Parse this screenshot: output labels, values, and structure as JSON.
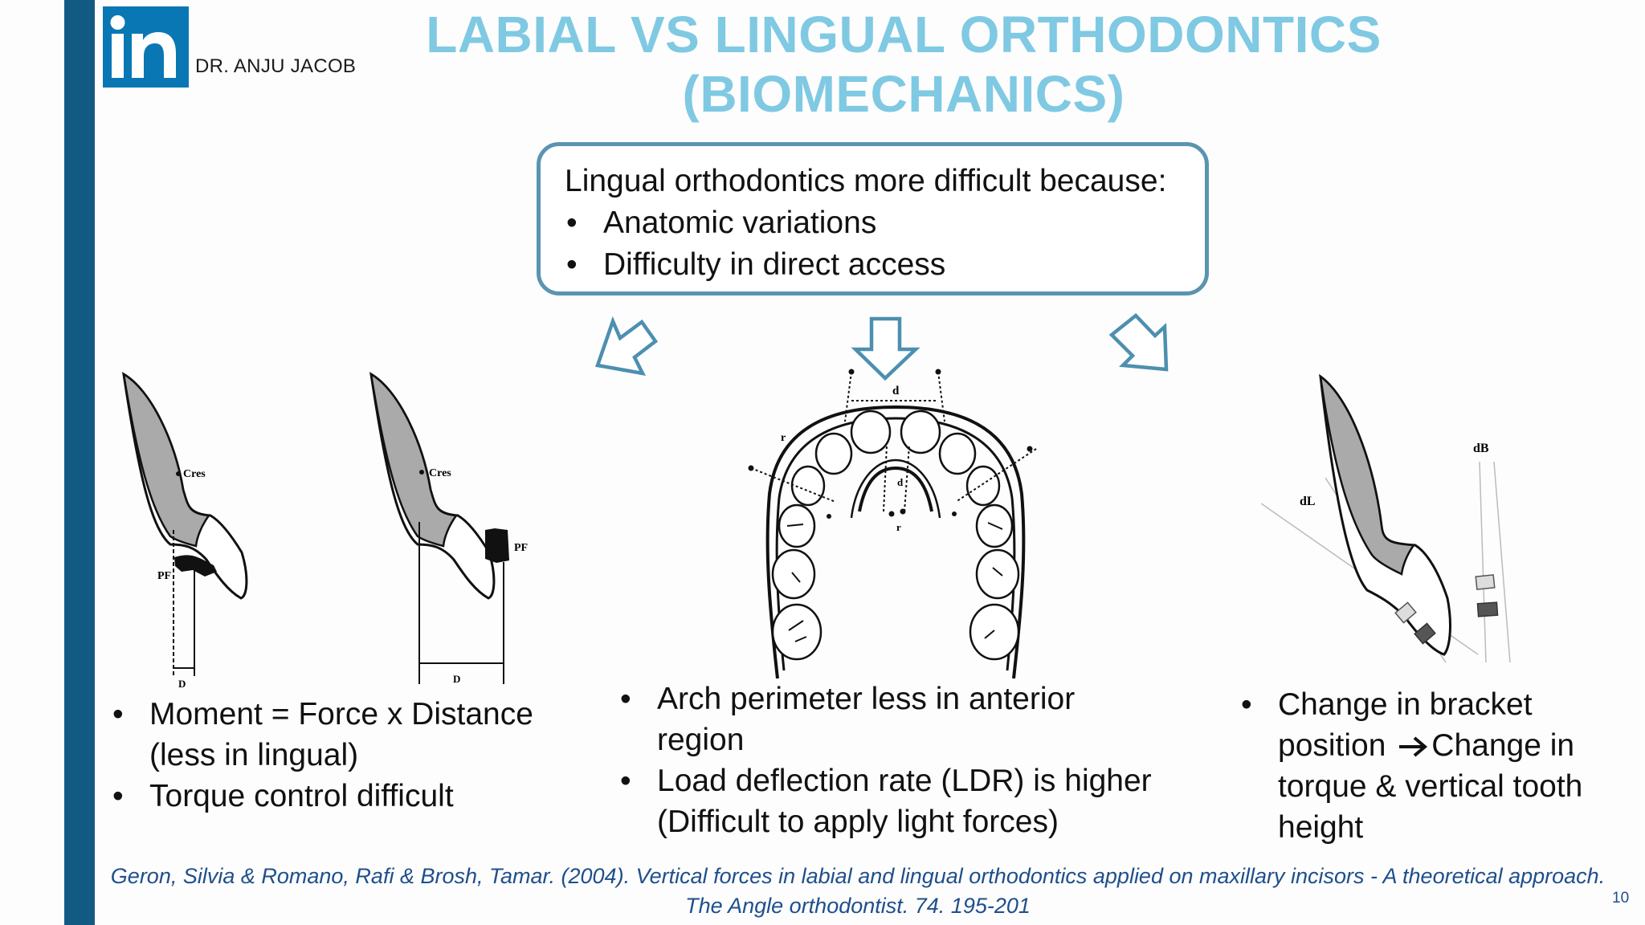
{
  "author": "DR. ANJU JACOB",
  "title": {
    "line1": "LABIAL VS LINGUAL ORTHODONTICS",
    "line2": "(BIOMECHANICS)"
  },
  "callout": {
    "lead": "Lingual orthodontics more difficult because:",
    "items": [
      "Anatomic variations",
      "Difficulty in direct access"
    ]
  },
  "left_section": {
    "item1_line1": "Moment = Force x Distance",
    "item1_line2": "(less in lingual)",
    "item2": "Torque control difficult",
    "figure_labels": {
      "cres": "Cres",
      "pf": "PF",
      "d": "D"
    }
  },
  "middle_section": {
    "item1_line1": "Arch perimeter less in anterior",
    "item1_line2": "region",
    "item2_line1": "Load deflection rate (LDR) is higher",
    "item2_line2": "(Difficult to apply light forces)",
    "figure_labels": {
      "d": "d",
      "r": "r"
    }
  },
  "right_section": {
    "item1_line1": "Change in bracket",
    "item1_line2_a": "position",
    "item1_line2_b": "Change in",
    "item1_line3": "torque & vertical tooth",
    "item1_line4": "height",
    "figure_labels": {
      "db": "dB",
      "dl": "dL"
    }
  },
  "citation": {
    "line1": "Geron, Silvia & Romano, Rafi & Brosh, Tamar. (2004). Vertical forces in labial and lingual orthodontics applied on maxillary incisors - A theoretical approach.",
    "line2": "The Angle orthodontist. 74. 195-201"
  },
  "page_number": "10",
  "colors": {
    "sidebar": "#135a83",
    "title": "#7fc9e3",
    "callout_border": "#5a94b1",
    "citation": "#1e4f8c",
    "linkedin": "#0a77b5"
  },
  "icons": [
    "linkedin-logo-icon",
    "arrow-down-left-icon",
    "arrow-down-icon",
    "arrow-down-right-icon",
    "right-arrow-icon"
  ]
}
